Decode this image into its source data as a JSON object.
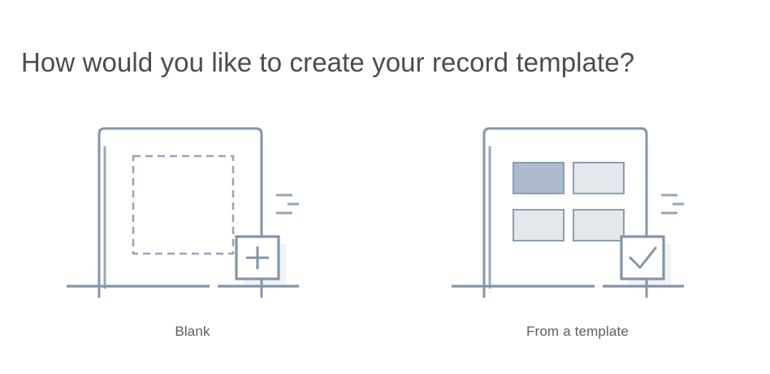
{
  "page": {
    "title": "How would you like to create your record template?",
    "background_color": "#ffffff",
    "title_color": "#4c4c4c"
  },
  "theme": {
    "line_color": "#8494a8",
    "line_color_light": "#9aa8bb",
    "fill_accent": "#aebace",
    "fill_light": "#e2e8ec",
    "shadow_color": "#f1f3f5",
    "box_fill": "#ffffff",
    "label_color": "#5e5e5e"
  },
  "options": [
    {
      "id": "blank",
      "label": "Blank",
      "illustration": "blank-template-illustration",
      "badge_icon": "plus-icon",
      "content": "dashed-placeholder-square"
    },
    {
      "id": "from-a-template",
      "label": "From a template",
      "illustration": "template-illustration",
      "badge_icon": "check-icon",
      "content": "four-block-grid",
      "blocks": [
        {
          "position": "top-left",
          "fill": "#aebace",
          "state": "selected"
        },
        {
          "position": "top-right",
          "fill": "#e2e8ec",
          "state": "default"
        },
        {
          "position": "bottom-left",
          "fill": "#e2e8ec",
          "state": "default"
        },
        {
          "position": "bottom-right",
          "fill": "#e2e8ec",
          "state": "default"
        }
      ]
    }
  ]
}
